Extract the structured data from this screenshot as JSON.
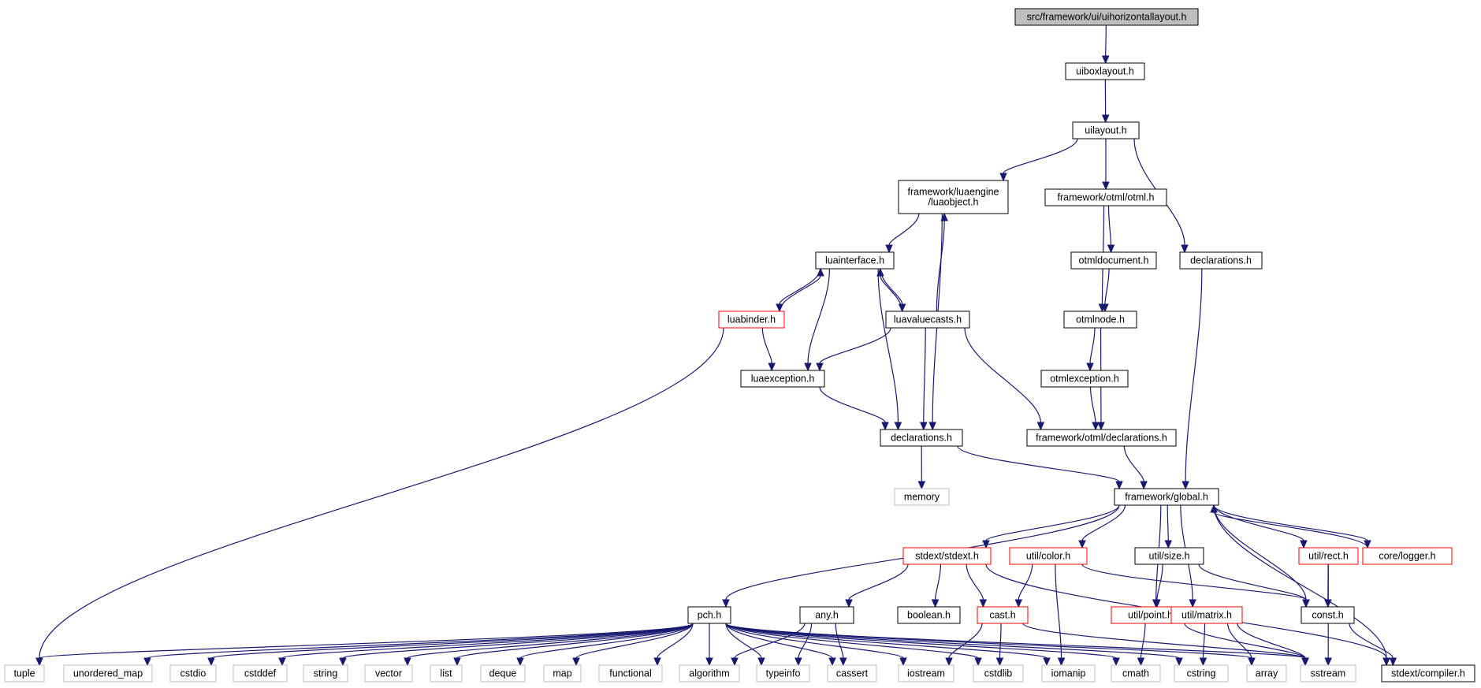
{
  "graph": {
    "nodes": [
      {
        "id": "root",
        "lines": [
          "src/framework/ui/uihorizontallayout.h"
        ],
        "kind": "root"
      },
      {
        "id": "uiboxlayout",
        "lines": [
          "uiboxlayout.h"
        ],
        "kind": "normal"
      },
      {
        "id": "uilayout",
        "lines": [
          "uilayout.h"
        ],
        "kind": "normal"
      },
      {
        "id": "luaobject",
        "lines": [
          "framework/luaengine",
          "/luaobject.h"
        ],
        "kind": "normal"
      },
      {
        "id": "otml",
        "lines": [
          "framework/otml/otml.h"
        ],
        "kind": "normal"
      },
      {
        "id": "decl_top",
        "lines": [
          "declarations.h"
        ],
        "kind": "normal"
      },
      {
        "id": "luainterface",
        "lines": [
          "luainterface.h"
        ],
        "kind": "normal"
      },
      {
        "id": "otmldocument",
        "lines": [
          "otmldocument.h"
        ],
        "kind": "normal"
      },
      {
        "id": "luabinder",
        "lines": [
          "luabinder.h"
        ],
        "kind": "incomplete"
      },
      {
        "id": "luavaluecasts",
        "lines": [
          "luavaluecasts.h"
        ],
        "kind": "normal"
      },
      {
        "id": "otmlnode",
        "lines": [
          "otmlnode.h"
        ],
        "kind": "normal"
      },
      {
        "id": "luaexception",
        "lines": [
          "luaexception.h"
        ],
        "kind": "normal"
      },
      {
        "id": "otmlexception",
        "lines": [
          "otmlexception.h"
        ],
        "kind": "normal"
      },
      {
        "id": "decl_lua",
        "lines": [
          "declarations.h"
        ],
        "kind": "normal"
      },
      {
        "id": "otml_decl",
        "lines": [
          "framework/otml/declarations.h"
        ],
        "kind": "normal"
      },
      {
        "id": "memory",
        "lines": [
          "memory"
        ],
        "kind": "external"
      },
      {
        "id": "global",
        "lines": [
          "framework/global.h"
        ],
        "kind": "normal"
      },
      {
        "id": "stdext",
        "lines": [
          "stdext/stdext.h"
        ],
        "kind": "incomplete"
      },
      {
        "id": "color",
        "lines": [
          "util/color.h"
        ],
        "kind": "incomplete"
      },
      {
        "id": "size",
        "lines": [
          "util/size.h"
        ],
        "kind": "normal"
      },
      {
        "id": "rect",
        "lines": [
          "util/rect.h"
        ],
        "kind": "incomplete"
      },
      {
        "id": "logger",
        "lines": [
          "core/logger.h"
        ],
        "kind": "incomplete"
      },
      {
        "id": "pch",
        "lines": [
          "pch.h"
        ],
        "kind": "normal"
      },
      {
        "id": "any",
        "lines": [
          "any.h"
        ],
        "kind": "normal"
      },
      {
        "id": "boolean",
        "lines": [
          "boolean.h"
        ],
        "kind": "normal"
      },
      {
        "id": "cast",
        "lines": [
          "cast.h"
        ],
        "kind": "incomplete"
      },
      {
        "id": "point",
        "lines": [
          "util/point.h"
        ],
        "kind": "incomplete"
      },
      {
        "id": "matrix",
        "lines": [
          "util/matrix.h"
        ],
        "kind": "incomplete"
      },
      {
        "id": "const",
        "lines": [
          "const.h"
        ],
        "kind": "normal"
      },
      {
        "id": "tuple",
        "lines": [
          "tuple"
        ],
        "kind": "external"
      },
      {
        "id": "unordered_map",
        "lines": [
          "unordered_map"
        ],
        "kind": "external"
      },
      {
        "id": "cstdio",
        "lines": [
          "cstdio"
        ],
        "kind": "external"
      },
      {
        "id": "cstddef",
        "lines": [
          "cstddef"
        ],
        "kind": "external"
      },
      {
        "id": "string",
        "lines": [
          "string"
        ],
        "kind": "external"
      },
      {
        "id": "vector",
        "lines": [
          "vector"
        ],
        "kind": "external"
      },
      {
        "id": "list",
        "lines": [
          "list"
        ],
        "kind": "external"
      },
      {
        "id": "deque",
        "lines": [
          "deque"
        ],
        "kind": "external"
      },
      {
        "id": "map",
        "lines": [
          "map"
        ],
        "kind": "external"
      },
      {
        "id": "functional",
        "lines": [
          "functional"
        ],
        "kind": "external"
      },
      {
        "id": "algorithm",
        "lines": [
          "algorithm"
        ],
        "kind": "external"
      },
      {
        "id": "typeinfo",
        "lines": [
          "typeinfo"
        ],
        "kind": "external"
      },
      {
        "id": "cassert",
        "lines": [
          "cassert"
        ],
        "kind": "external"
      },
      {
        "id": "iostream",
        "lines": [
          "iostream"
        ],
        "kind": "external"
      },
      {
        "id": "cstdlib",
        "lines": [
          "cstdlib"
        ],
        "kind": "external"
      },
      {
        "id": "iomanip",
        "lines": [
          "iomanip"
        ],
        "kind": "external"
      },
      {
        "id": "cmath",
        "lines": [
          "cmath"
        ],
        "kind": "external"
      },
      {
        "id": "cstring",
        "lines": [
          "cstring"
        ],
        "kind": "external"
      },
      {
        "id": "array",
        "lines": [
          "array"
        ],
        "kind": "external"
      },
      {
        "id": "sstream",
        "lines": [
          "sstream"
        ],
        "kind": "external"
      },
      {
        "id": "compiler",
        "lines": [
          "stdext/compiler.h"
        ],
        "kind": "normal"
      }
    ],
    "edges": [
      [
        "root",
        "uiboxlayout"
      ],
      [
        "uiboxlayout",
        "uilayout"
      ],
      [
        "uilayout",
        "luaobject"
      ],
      [
        "uilayout",
        "otml"
      ],
      [
        "uilayout",
        "decl_top"
      ],
      [
        "luaobject",
        "luainterface"
      ],
      [
        "luaobject",
        "decl_lua"
      ],
      [
        "otml",
        "otmldocument"
      ],
      [
        "otml",
        "otmlnode"
      ],
      [
        "otmldocument",
        "otmlnode"
      ],
      [
        "luainterface",
        "luabinder"
      ],
      [
        "luainterface",
        "luavaluecasts"
      ],
      [
        "luainterface",
        "luaexception"
      ],
      [
        "luainterface",
        "decl_lua"
      ],
      [
        "luabinder",
        "luainterface"
      ],
      [
        "luabinder",
        "luaexception"
      ],
      [
        "luabinder",
        "tuple"
      ],
      [
        "luavaluecasts",
        "luainterface"
      ],
      [
        "luavaluecasts",
        "luaobject"
      ],
      [
        "luavaluecasts",
        "luaexception"
      ],
      [
        "luavaluecasts",
        "decl_lua"
      ],
      [
        "luavaluecasts",
        "otml_decl"
      ],
      [
        "otmlnode",
        "otmlexception"
      ],
      [
        "otmlnode",
        "otml_decl"
      ],
      [
        "otmlexception",
        "otml_decl"
      ],
      [
        "luaexception",
        "decl_lua"
      ],
      [
        "decl_lua",
        "memory"
      ],
      [
        "decl_lua",
        "global"
      ],
      [
        "otml_decl",
        "global"
      ],
      [
        "decl_top",
        "global"
      ],
      [
        "global",
        "pch"
      ],
      [
        "global",
        "stdext"
      ],
      [
        "global",
        "color"
      ],
      [
        "global",
        "size"
      ],
      [
        "global",
        "point"
      ],
      [
        "global",
        "matrix"
      ],
      [
        "global",
        "const"
      ],
      [
        "global",
        "rect"
      ],
      [
        "global",
        "logger"
      ],
      [
        "global",
        "compiler"
      ],
      [
        "logger",
        "global"
      ],
      [
        "stdext",
        "any"
      ],
      [
        "stdext",
        "boolean"
      ],
      [
        "stdext",
        "cast"
      ],
      [
        "stdext",
        "compiler"
      ],
      [
        "color",
        "cast"
      ],
      [
        "color",
        "iomanip"
      ],
      [
        "color",
        "const"
      ],
      [
        "size",
        "point"
      ],
      [
        "size",
        "const"
      ],
      [
        "rect",
        "const"
      ],
      [
        "rect",
        "sstream"
      ],
      [
        "point",
        "cmath"
      ],
      [
        "point",
        "sstream"
      ],
      [
        "matrix",
        "cstring"
      ],
      [
        "matrix",
        "array"
      ],
      [
        "matrix",
        "sstream"
      ],
      [
        "any",
        "algorithm"
      ],
      [
        "any",
        "typeinfo"
      ],
      [
        "any",
        "cassert"
      ],
      [
        "cast",
        "iostream"
      ],
      [
        "cast",
        "cstdlib"
      ],
      [
        "cast",
        "sstream"
      ],
      [
        "const",
        "compiler"
      ],
      [
        "pch",
        "tuple"
      ],
      [
        "pch",
        "unordered_map"
      ],
      [
        "pch",
        "cstdio"
      ],
      [
        "pch",
        "cstddef"
      ],
      [
        "pch",
        "string"
      ],
      [
        "pch",
        "vector"
      ],
      [
        "pch",
        "list"
      ],
      [
        "pch",
        "deque"
      ],
      [
        "pch",
        "map"
      ],
      [
        "pch",
        "functional"
      ],
      [
        "pch",
        "algorithm"
      ],
      [
        "pch",
        "typeinfo"
      ],
      [
        "pch",
        "cassert"
      ],
      [
        "pch",
        "iostream"
      ],
      [
        "pch",
        "cstdlib"
      ],
      [
        "pch",
        "iomanip"
      ],
      [
        "pch",
        "cmath"
      ],
      [
        "pch",
        "cstring"
      ],
      [
        "pch",
        "array"
      ],
      [
        "pch",
        "sstream"
      ]
    ]
  }
}
